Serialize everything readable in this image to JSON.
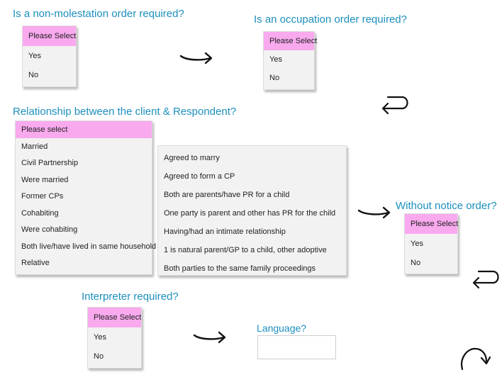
{
  "non_molestation": {
    "question": "Is a non-molestation order required?",
    "options": [
      "Please Select",
      "Yes",
      "No"
    ]
  },
  "occupation": {
    "question": "Is an occupation order required?",
    "options": [
      "Please Select",
      "Yes",
      "No"
    ]
  },
  "relationship": {
    "question": "Relationship between the client & Respondent?",
    "options": [
      "Please select",
      "Married",
      "Civil Partnership",
      "Were married",
      "Former CPs",
      "Cohabiting",
      "Were cohabiting",
      "Both live/have lived in same household",
      "Relative"
    ],
    "more_options": [
      "Agreed to marry",
      "Agreed to form a CP",
      "Both are parents/have PR for a child",
      "One party is parent and other has PR for the child",
      "Having/had an intimate relationship",
      "1 is natural parent/GP to a child, other adoptive",
      "Both parties to the same family proceedings"
    ]
  },
  "without_notice": {
    "question": "Without notice order?",
    "options": [
      "Please Select",
      "Yes",
      "No"
    ]
  },
  "interpreter": {
    "question": "Interpreter required?",
    "options": [
      "Please Select",
      "Yes",
      "No"
    ]
  },
  "language": {
    "label": "Language?",
    "value": ""
  },
  "colors": {
    "question_text": "#1c8fbd",
    "selected_option": "#f9a9ee",
    "dropdown_bg": "#f2f2f2"
  },
  "icons": {
    "flow_arrow": "arrow-right-icon",
    "return_arrow": "return-arrow-icon",
    "repeat_arrow": "redo-icon"
  }
}
